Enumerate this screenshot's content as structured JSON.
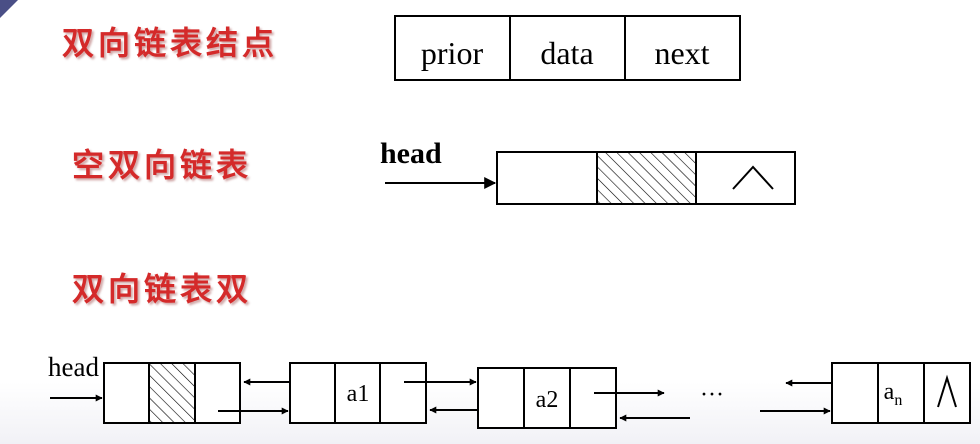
{
  "titles": {
    "node": "双向链表结点",
    "empty": "空双向链表",
    "list": "双向链表双"
  },
  "node_fields": {
    "prior": "prior",
    "data": "data",
    "next": "next"
  },
  "head_label": "head",
  "null_symbol": "^",
  "elements": {
    "a1": "a1",
    "a2": "a2",
    "ellipsis": "···",
    "an_base": "a",
    "an_sub": "n"
  },
  "colors": {
    "title": "#d42a2a",
    "corner": "#4a4f86"
  }
}
